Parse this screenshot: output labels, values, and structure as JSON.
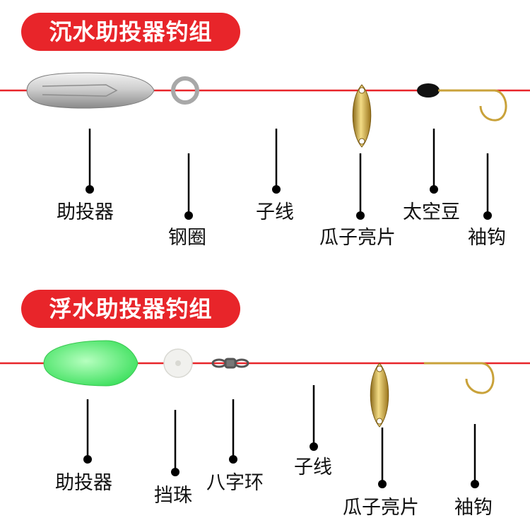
{
  "sections": [
    {
      "title": "沉水助投器钓组",
      "labels": {
        "booster": "助投器",
        "steel_ring": "钢圈",
        "sub_line": "子线",
        "spoon": "瓜子亮片",
        "bead": "太空豆",
        "hook": "袖钩"
      }
    },
    {
      "title": "浮水助投器钓组",
      "labels": {
        "booster": "助投器",
        "stop_bead": "挡珠",
        "swivel": "八字环",
        "sub_line": "子线",
        "spoon": "瓜子亮片",
        "hook": "袖钩"
      }
    }
  ],
  "colors": {
    "banner": "#e8252a",
    "line": "#e8252a",
    "gold": "#c9a23a",
    "float_green": "#5cf07a"
  },
  "icons": {
    "sinker": "silver-sinker-icon",
    "ring": "steel-ring-icon",
    "spoon": "gold-spoon-icon",
    "bead": "black-bead-icon",
    "hook": "gold-hook-icon",
    "float": "green-float-icon",
    "stopper": "white-stop-bead-icon",
    "swivel": "swivel-icon"
  }
}
